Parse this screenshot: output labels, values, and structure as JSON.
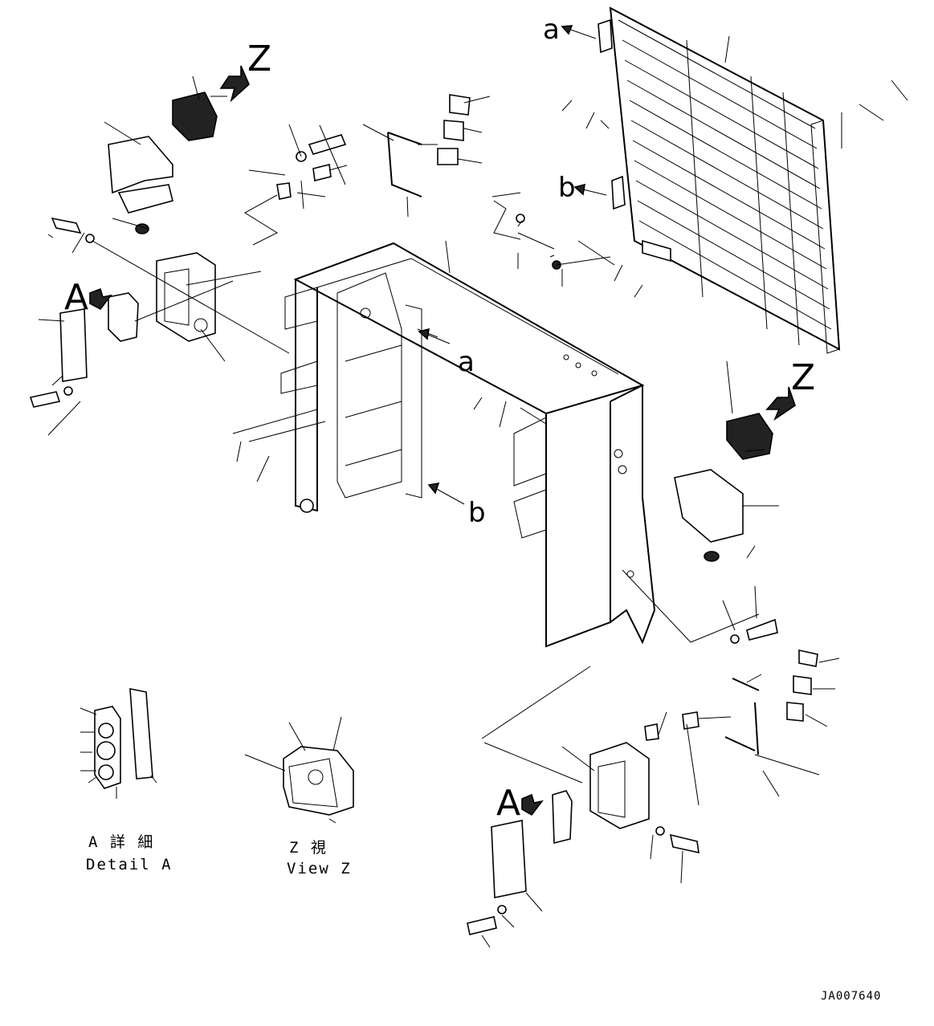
{
  "view_labels": {
    "z_upper": "Z",
    "z_right": "Z",
    "a_detail_upper": "A",
    "a_detail_lower": "A",
    "a_ref_top": "a",
    "a_ref_mid": "a",
    "b_ref_top": "b",
    "b_ref_mid": "b"
  },
  "captions": {
    "detail_a_jp": "A 詳 細",
    "detail_a_en": "Detail A",
    "view_z_jp": "Z 視",
    "view_z_en": "View Z"
  },
  "drawing_code": "JA007640"
}
